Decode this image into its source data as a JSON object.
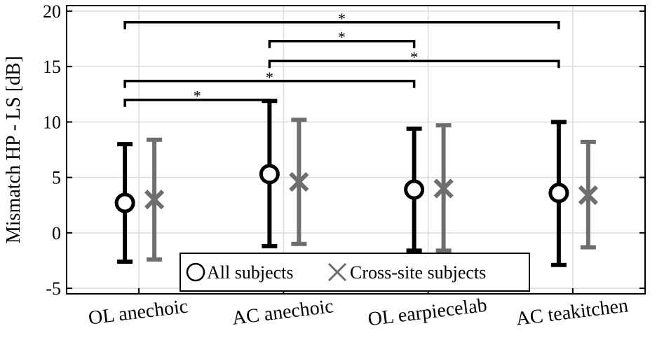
{
  "chart_data": {
    "type": "scatter",
    "title": "",
    "xlabel": "",
    "ylabel": "Mismatch HP - LS [dB]",
    "ylim": [
      -5.5,
      20.5
    ],
    "yticks": [
      20,
      15,
      10,
      5,
      0,
      -5
    ],
    "ytick_labels": [
      "20",
      "15",
      "10",
      "5",
      "0",
      "-5"
    ],
    "grid": true,
    "categories": [
      "OL anechoic",
      "AC anechoic",
      "OL earpiecelab",
      "AC teakitchen"
    ],
    "series": [
      {
        "name": "All subjects",
        "marker": "circle",
        "color": "#000000",
        "values": [
          2.7,
          5.3,
          3.9,
          3.6
        ],
        "lower": [
          -2.6,
          -1.2,
          -1.6,
          -2.9
        ],
        "upper": [
          8.0,
          11.9,
          9.4,
          10.0
        ]
      },
      {
        "name": "Cross-site subjects",
        "marker": "x",
        "color": "#6e6e6e",
        "values": [
          3.0,
          4.6,
          4.0,
          3.4
        ],
        "lower": [
          -2.4,
          -1.0,
          -1.6,
          -1.3
        ],
        "upper": [
          8.4,
          10.2,
          9.7,
          8.2
        ]
      }
    ],
    "significance": [
      {
        "from": 0,
        "to": 3,
        "y": 19.0,
        "label": "*"
      },
      {
        "from": 1,
        "to": 2,
        "y": 17.3,
        "label": "*"
      },
      {
        "from": 1,
        "to": 3,
        "y": 15.5,
        "label": "*"
      },
      {
        "from": 0,
        "to": 2,
        "y": 13.7,
        "label": "*"
      },
      {
        "from": 0,
        "to": 1,
        "y": 12.0,
        "label": "*"
      }
    ],
    "legend_position": "bottom-center"
  }
}
